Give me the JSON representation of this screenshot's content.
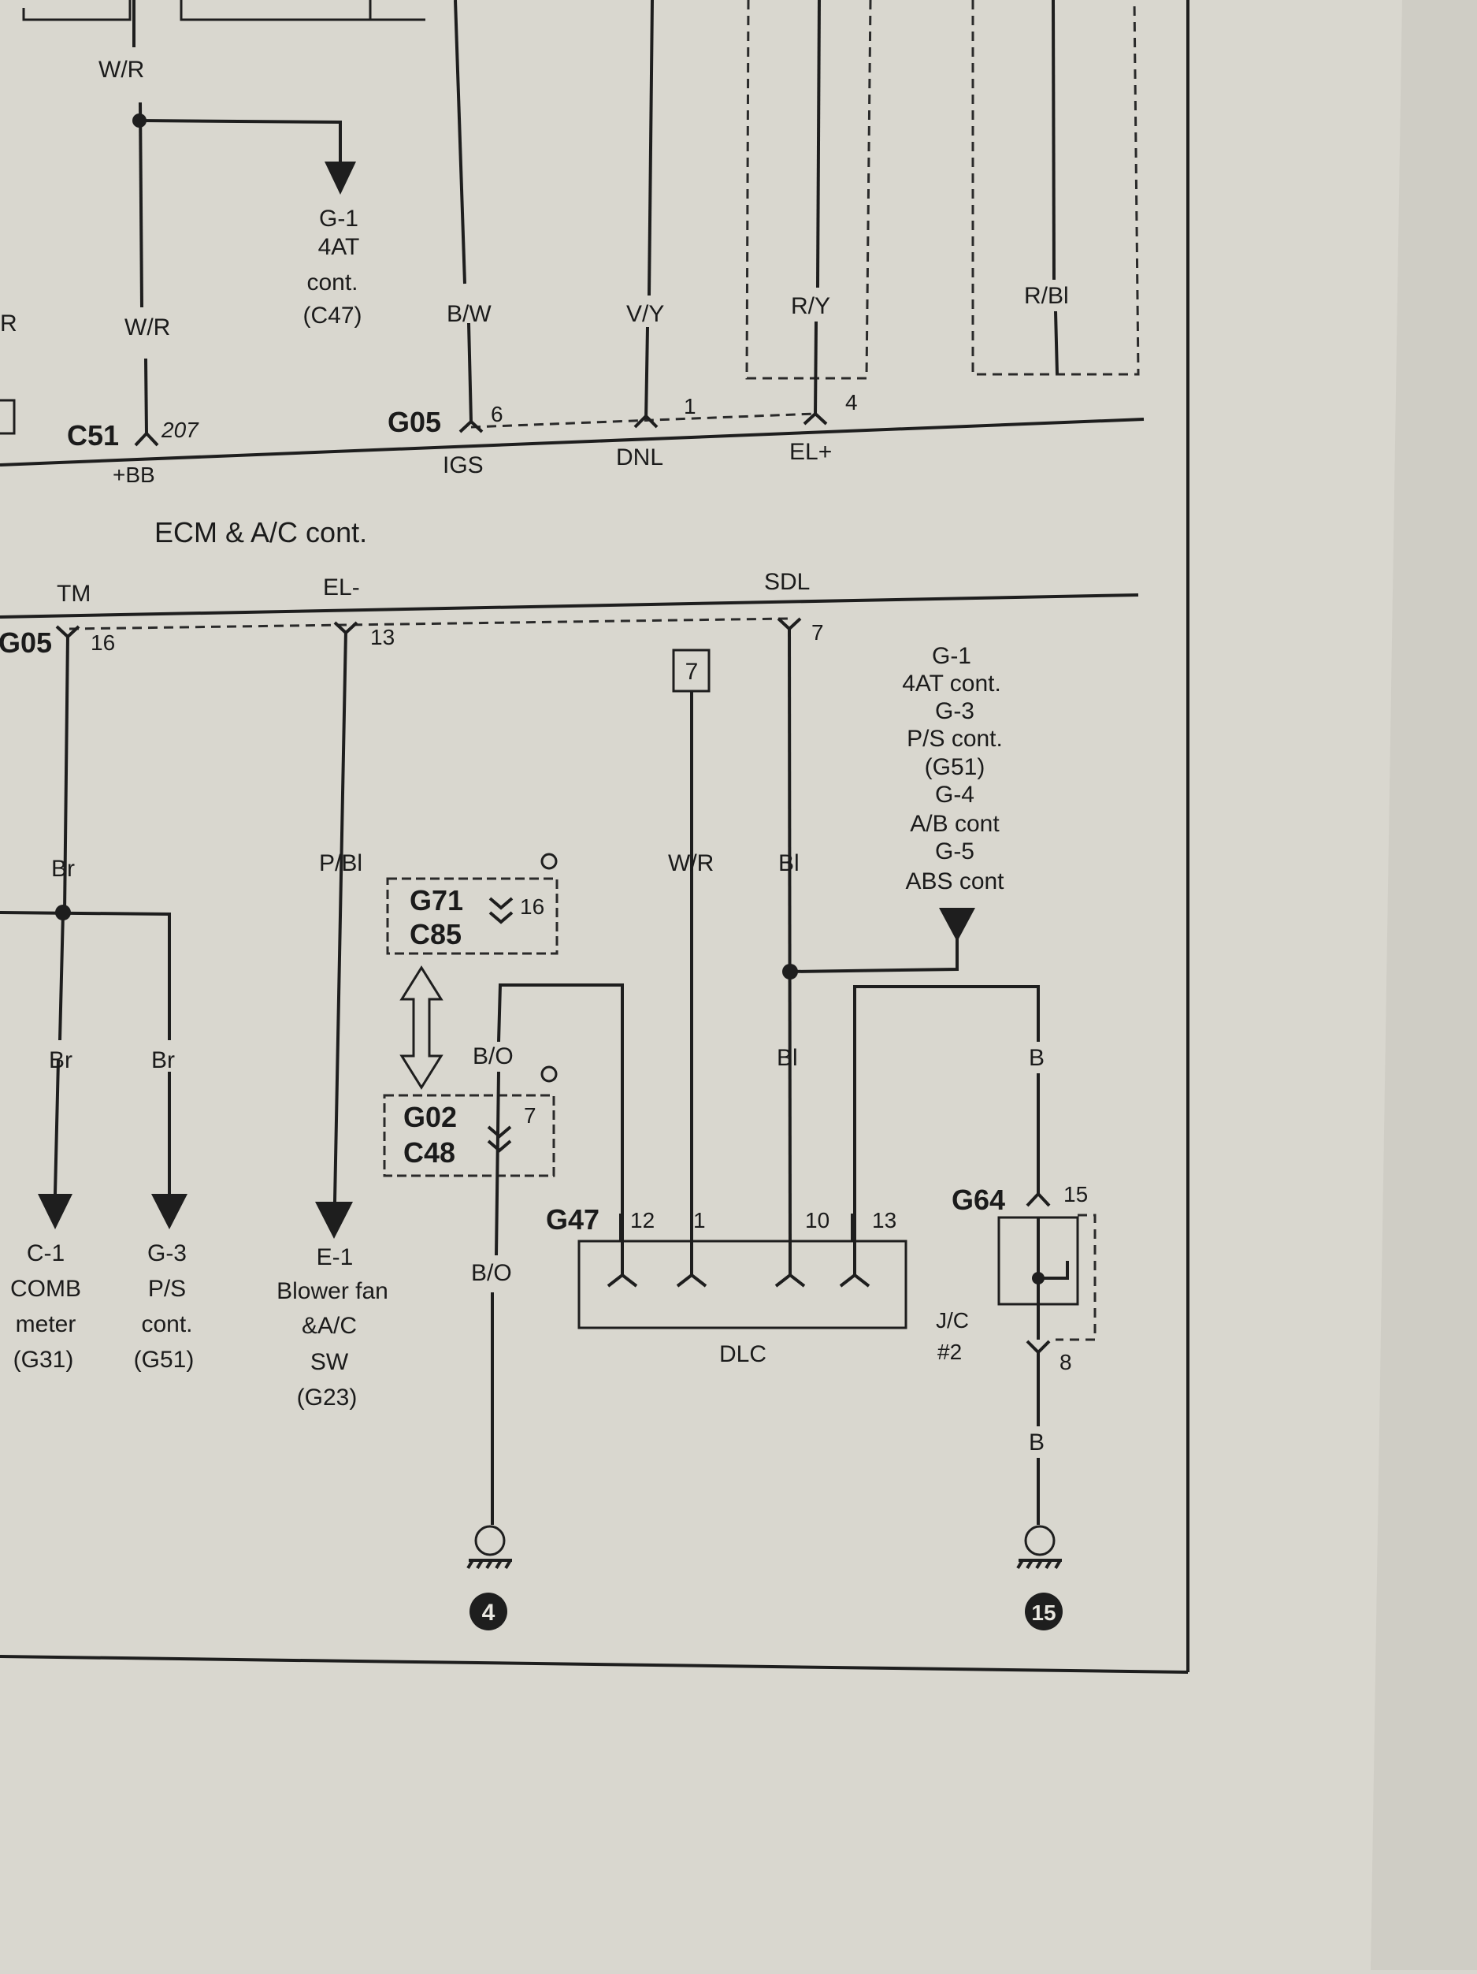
{
  "top": {
    "wires": {
      "wr_upper": "W/R",
      "wr_lower": "W/R",
      "bw": "B/W",
      "vy": "V/Y",
      "ry": "R/Y",
      "rbl": "R/Bl",
      "edge_r": "R"
    },
    "g1_arrow": [
      "G-1",
      "4AT",
      "cont.",
      "(C47)"
    ],
    "connectors": {
      "c51": "C51",
      "c51_pin": "207",
      "c51_term": "+BB",
      "g05": "G05",
      "g05_pin": "6",
      "g05_term": "IGS",
      "dnl_pin": "1",
      "dnl_term": "DNL",
      "el_pin": "4",
      "el_term": "EL+"
    }
  },
  "ecm_title": "ECM & A/C cont.",
  "bottom_bus": {
    "tm": "TM",
    "el_minus": "EL-",
    "sdl": "SDL",
    "g05": "G05",
    "tm_pin": "16",
    "el_pin": "13",
    "sdl_pin": "7"
  },
  "wires": {
    "br1": "Br",
    "br2": "Br",
    "br3": "Br",
    "pbl": "P/Bl",
    "wr": "W/R",
    "bl1": "Bl",
    "bl2": "Bl",
    "bo1": "B/O",
    "bo2": "B/O",
    "b1": "B",
    "b2": "B"
  },
  "ref_box": "7",
  "g_arrow_list": [
    "G-1",
    "4AT cont.",
    "G-3",
    "P/S cont.",
    "(G51)",
    "G-4",
    "A/B cont",
    "G-5",
    "ABS cont"
  ],
  "connectors": {
    "g71": "G71",
    "c85": "C85",
    "g71_pin": "16",
    "g02": "G02",
    "c48": "C48",
    "g02_pin": "7",
    "g47": "G47",
    "g47_pins": [
      "12",
      "1",
      "10",
      "13"
    ],
    "dlc": "DLC",
    "g64": "G64",
    "g64_pin": "15",
    "jc_pin": "8",
    "jc": [
      "J/C",
      "#2"
    ]
  },
  "destinations": {
    "c1": [
      "C-1",
      "COMB",
      "meter",
      "(G31)"
    ],
    "g3": [
      "G-3",
      "P/S",
      "cont.",
      "(G51)"
    ],
    "e1": [
      "E-1",
      "Blower fan",
      "&A/C",
      "SW",
      "(G23)"
    ]
  },
  "grounds": {
    "g4": "4",
    "g15": "15"
  }
}
